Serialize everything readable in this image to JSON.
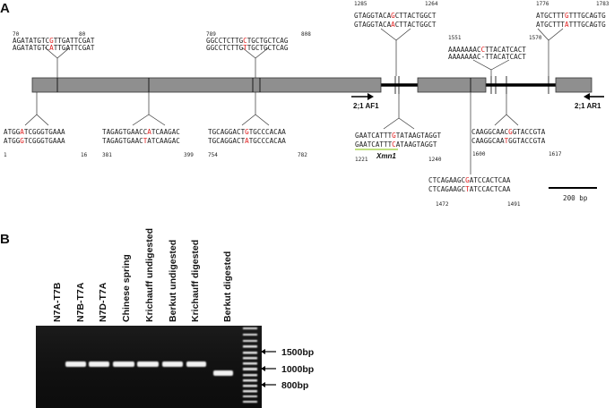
{
  "panel_a": {
    "label": "A",
    "primers": {
      "forward": "2;1 AF1",
      "reverse": "2;1 AR1"
    },
    "restriction_site": "Xmn1",
    "scale_bar": "200 bp",
    "top_sequences": [
      {
        "start": "70",
        "end": "80",
        "l1": [
          "AGATATGTC",
          "G",
          "TTGATTCGAT"
        ],
        "l2": [
          "AGATATGTC",
          "A",
          "TTGATTCGAT"
        ]
      },
      {
        "start": "789",
        "end": "808",
        "l1": [
          "GGCCTCTTG",
          "C",
          "TGCTGCTCAG"
        ],
        "l2": [
          "GGCCTCTTG",
          "T",
          "TGCTGCTCAG"
        ]
      },
      {
        "start": "1285",
        "end": "1264",
        "l1": [
          "GTAGGTACA",
          "G",
          "CTTACTGGCT"
        ],
        "l2": [
          "GTAGGTACA",
          "A",
          "CTTACTGGCT"
        ]
      },
      {
        "start": "1551",
        "end": "1570",
        "l1": [
          "AAAAAAAC",
          "C",
          "TTACATCACT"
        ],
        "l2": [
          "AAAAAAAC-",
          "",
          "TTACATCACT"
        ]
      },
      {
        "start": "1776",
        "end": "1783",
        "l1": [
          "ATGCTTT",
          "G",
          "TTTGCAGTG"
        ],
        "l2": [
          "ATGCTTT",
          "A",
          "TTTGCAGTG"
        ]
      }
    ],
    "bottom_sequences": [
      {
        "start": "1",
        "end": "16",
        "l1": [
          "ATGG",
          "A",
          "TCGGGTGAAA"
        ],
        "l2": [
          "ATGG",
          "G",
          "TCGGGTGAAA"
        ]
      },
      {
        "start": "381",
        "end": "399",
        "l1": [
          "TAGAGTGAACC",
          "A",
          "TCAAGAC"
        ],
        "l2": [
          "TAGAGTGAAC",
          "T",
          "ATCAAGAC"
        ]
      },
      {
        "start": "754",
        "end": "782",
        "l1": [
          "TGCAGGACT",
          "G",
          "TGCCCACAA"
        ],
        "l2": [
          "TGCAGGACT",
          "A",
          "TGCCCACAA"
        ]
      },
      {
        "start": "1221",
        "end": "1240",
        "l1": [
          "GAATCATTT",
          "G",
          "TATAAGTAGGT"
        ],
        "l2": [
          "GAATCATTT",
          "C",
          "ATAAGTAGGT"
        ]
      },
      {
        "start": "1600",
        "end": "1617",
        "l1": [
          "CAAGGCAAC",
          "G",
          "GTACCGTA"
        ],
        "l2": [
          "CAAGGCAA",
          "T",
          "GGTACCGTA"
        ]
      },
      {
        "start": "1472",
        "end": "1491",
        "l1": [
          "CTCAGAAGC",
          "G",
          "ATCCACTCAA"
        ],
        "l2": [
          "CTCAGAAGC",
          "T",
          "ATCCACTCAA"
        ]
      }
    ]
  },
  "panel_b": {
    "label": "B",
    "lanes": [
      "N7A-T7B",
      "N7B-T7A",
      "N7D-T7A",
      "Chinese spring",
      "Krichauff undigested",
      "Berkut undigested",
      "Krichauff digested",
      "Berkut digested"
    ],
    "markers": [
      "1500bp",
      "1000bp",
      "800bp"
    ]
  },
  "colors": {
    "highlight": "#e02020",
    "exon": "#8f8f8f",
    "gel": "#111111",
    "band": "#f0f0f0",
    "xmn_underline": "#9acd32"
  }
}
